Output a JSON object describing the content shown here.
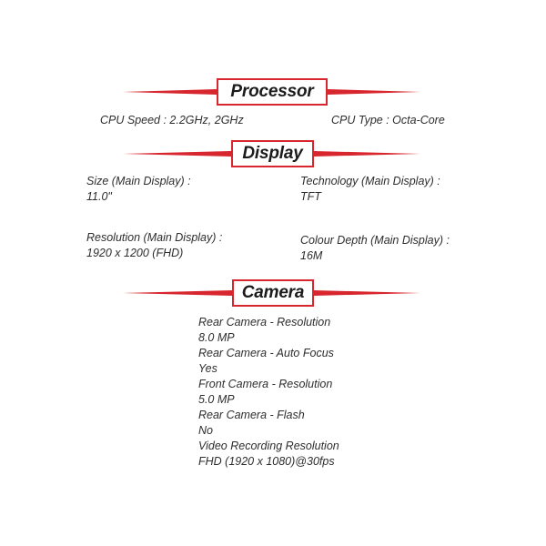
{
  "processor": {
    "title": "Processor",
    "cpu_speed": "CPU Speed : 2.2GHz, 2GHz",
    "cpu_type": "CPU Type : Octa-Core"
  },
  "display": {
    "title": "Display",
    "size_label": "Size (Main Display) :",
    "size_value": "11.0\"",
    "technology_label": "Technology (Main Display) :",
    "technology_value": "TFT",
    "resolution_label": "Resolution (Main Display) :",
    "resolution_value": "1920 x 1200 (FHD)",
    "colour_depth_label": "Colour Depth (Main Display) :",
    "colour_depth_value": "16M"
  },
  "camera": {
    "title": "Camera",
    "lines": [
      "Rear Camera - Resolution",
      "8.0 MP",
      "Rear Camera - Auto Focus",
      "Yes",
      "Front Camera - Resolution",
      "5.0 MP",
      "Rear Camera - Flash",
      "No",
      "Video Recording Resolution",
      "FHD (1920 x 1080)@30fps"
    ]
  },
  "colors": {
    "accent": "#d7262d",
    "text": "#2d2d2d"
  }
}
